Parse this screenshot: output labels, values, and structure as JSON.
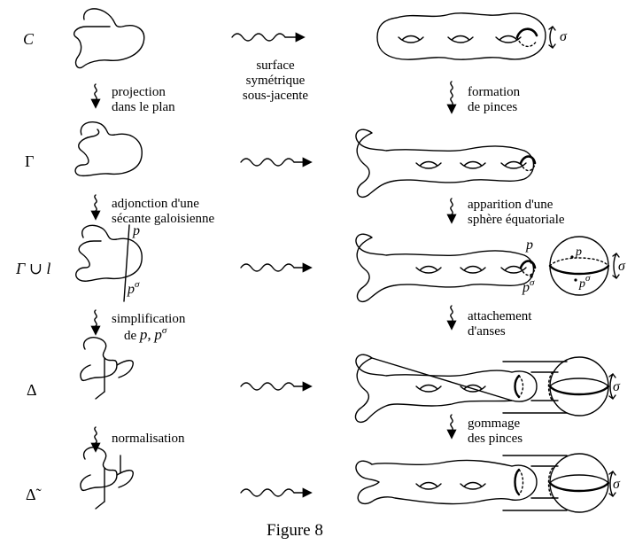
{
  "rows": [
    {
      "label": "C"
    },
    {
      "label": "Γ"
    },
    {
      "label": "Γ ∪ l"
    },
    {
      "label": "Δ"
    },
    {
      "label": "Δ̃"
    }
  ],
  "middle_label": [
    "surface",
    "symétrique",
    "sous-jacente"
  ],
  "left_steps": [
    [
      "projection",
      "dans le plan"
    ],
    [
      "adjonction d'une",
      "sécante galoisienne"
    ],
    [
      "simplification",
      "de p, p^σ"
    ],
    [
      "normalisation"
    ]
  ],
  "right_steps": [
    [
      "formation",
      "de pinces"
    ],
    [
      "apparition d'une",
      "sphère équatoriale"
    ],
    [
      "attachement",
      "d'anses"
    ],
    [
      "gommage",
      "des pinces"
    ]
  ],
  "symbols": {
    "sigma": "σ",
    "p": "p",
    "p_sigma_base": "p",
    "p_sigma_sup": "σ"
  },
  "caption": "Figure 8"
}
